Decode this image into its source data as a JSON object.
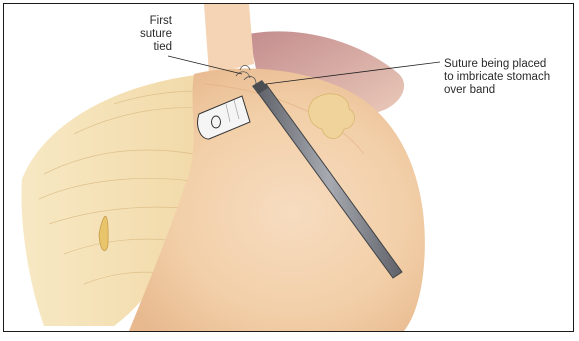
{
  "figure": {
    "left_label": {
      "lines": [
        "First",
        "suture",
        "tied"
      ]
    },
    "right_label": {
      "lines": [
        "Suture being placed",
        "to imbricate stomach",
        "over band"
      ]
    },
    "colors": {
      "stomach_fill": "#f2cfa8",
      "fat_tissue": "#f1dba6",
      "liver_shade": "#c98d8a",
      "instrument": "#7d8187",
      "outline": "#1a1a1a"
    }
  }
}
